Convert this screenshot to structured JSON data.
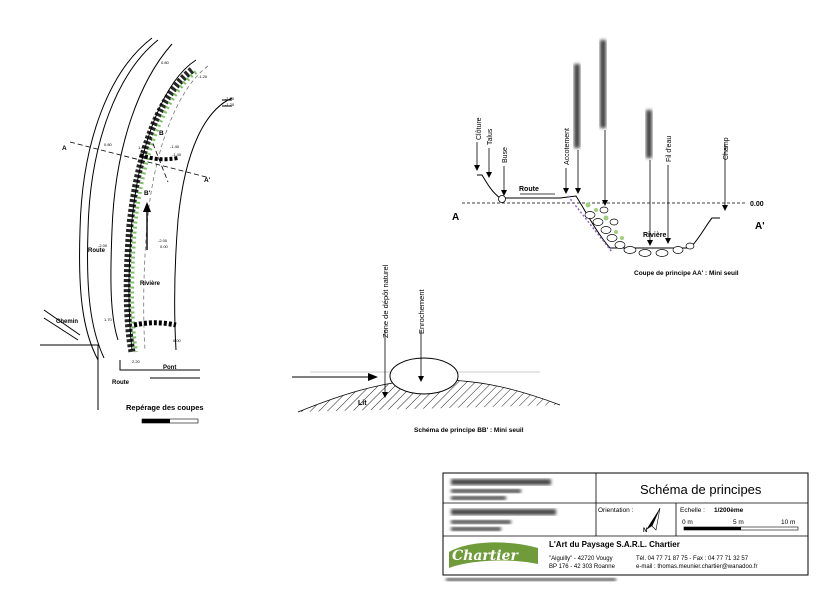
{
  "plan": {
    "caption": "Repérage des coupes",
    "labels": {
      "route_left": "Route",
      "route_bottom": "Route",
      "chemin": "Chemin",
      "riviere": "Rivière",
      "pont": "Pont",
      "section_a": "A",
      "section_a_prime": "A'",
      "section_b": "B",
      "section_b_prime": "B'"
    },
    "elevations": [
      "0.80",
      "-1.20",
      "-1.20",
      "-1.20",
      "0.80",
      "-1.40",
      "-1.40",
      "1.40",
      "-2.00",
      "-2.00",
      "1.70",
      "0.00",
      "0.00",
      "2.20"
    ]
  },
  "section_aa": {
    "caption": "Coupe de principe AA' : Mini seuil",
    "left_letter": "A",
    "right_letter": "A'",
    "level": "0.00",
    "labels": {
      "cloture": "Clôture",
      "talus": "Talus",
      "buse": "Buse",
      "route": "Route",
      "accotement": "Accotement",
      "fil_eau": "Fil d'eau",
      "champ": "Champ",
      "riviere": "Rivière"
    }
  },
  "section_bb": {
    "caption": "Schéma de principe BB' : Mini seuil",
    "labels": {
      "zone_depot": "Zone de dépôt naturel",
      "enrochement": "Enrochement",
      "lit": "Lit"
    }
  },
  "title_block": {
    "title": "Schéma de principes",
    "orientation_label": "Orientation :",
    "north": "N",
    "scale_label": "Echelle :",
    "scale_value": "1/200ème",
    "scale_ticks": [
      "0 m",
      "5 m",
      "10 m"
    ],
    "logo_text": "Chartier",
    "company": "L'Art du Paysage S.A.R.L. Chartier",
    "address_line1": "\"Aiguilly\" - 42720 Vougy",
    "address_line2": "BP 176 - 42 303 Roanne",
    "phone": "Tél. 04 77 71 87 75 - Fax : 04 77 71 32 57",
    "email": "e-mail : thomas.meunier.chartier@wanadoo.fr"
  }
}
